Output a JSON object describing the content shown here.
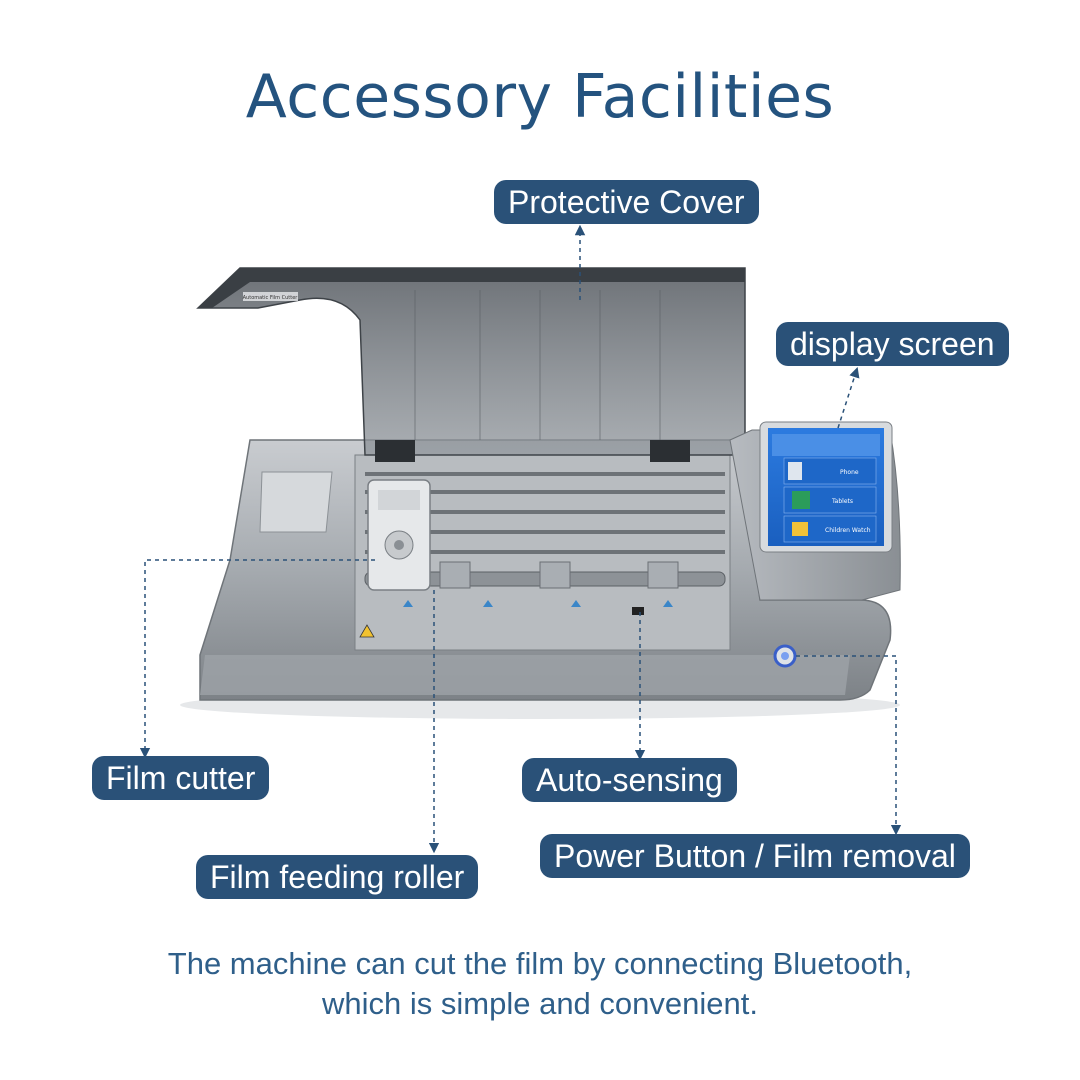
{
  "title": "Accessory Facilities",
  "callouts": {
    "protective_cover": "Protective Cover",
    "display_screen": "display screen",
    "film_cutter": "Film cutter",
    "auto_sensing": "Auto-sensing",
    "film_feeding_roller": "Film feeding roller",
    "power_button": "Power Button / Film removal"
  },
  "screen": {
    "phone": "Phone",
    "tablets": "Tablets",
    "watch": "Children Watch"
  },
  "lid_label": "Automatic Film Cutter",
  "caption": {
    "line1": "The machine can cut the film by connecting Bluetooth,",
    "line2": "which is simple and convenient."
  },
  "colors": {
    "title": "#24537f",
    "callout_bg": "#2a5178",
    "caption": "#2f5f8a",
    "screen_blue": "#1f6fd1",
    "machine_gray": "#9aa0a6"
  }
}
